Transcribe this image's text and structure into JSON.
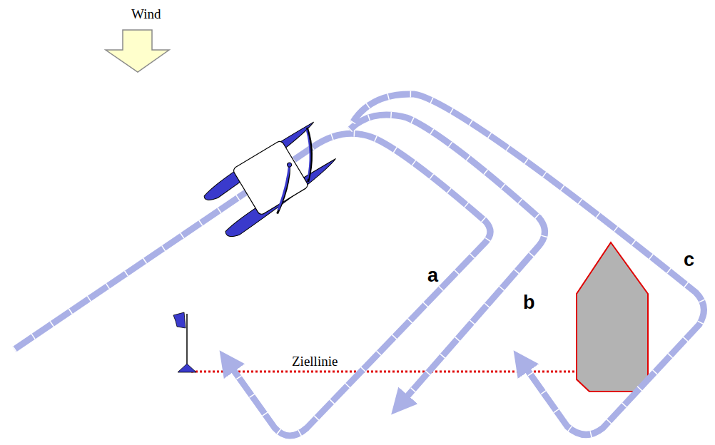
{
  "diagram": {
    "labels": [
      "Wind",
      "Ziellinie",
      "a",
      "b",
      "c"
    ]
  }
}
